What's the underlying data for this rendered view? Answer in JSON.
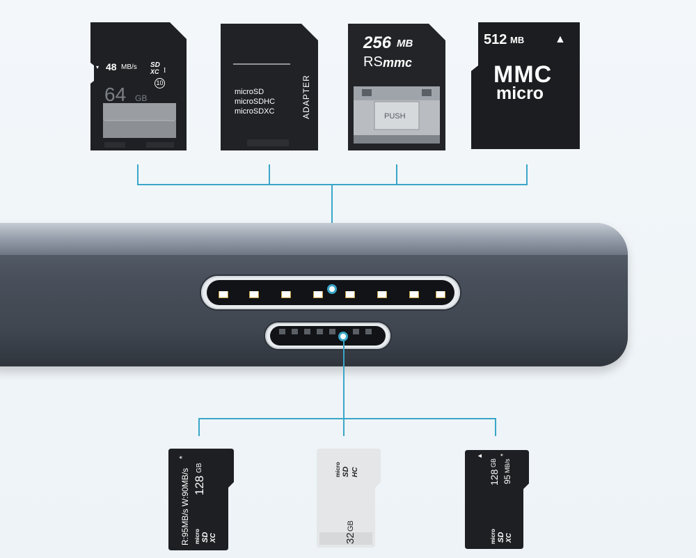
{
  "sd_card": {
    "speed": "48",
    "speed_unit": "MB/s",
    "logo": "SD",
    "logo_sub": "XC",
    "bus_class": "I",
    "class_rating": "10",
    "capacity": "64",
    "capacity_unit": "GB"
  },
  "adapter_card": {
    "line1": "microSD",
    "line2": "microSDHC",
    "line3": "microSDXC",
    "side_text": "ADAPTER"
  },
  "rsmmc_card": {
    "capacity": "256",
    "capacity_unit": "MB",
    "brand_prefix": "RS",
    "brand": "mmc",
    "push_label": "PUSH"
  },
  "mmc_micro_card": {
    "capacity": "512",
    "capacity_unit": "MB",
    "arrow": "▲",
    "line1": "MMC",
    "line2": "micro"
  },
  "microsd_1": {
    "speed_line": "R:95MB/s W:90MB/s",
    "asterisk": "*",
    "capacity": "128",
    "capacity_unit": "GB",
    "logo_micro": "micro",
    "logo": "SD",
    "logo_sub": "XC"
  },
  "microsd_2": {
    "logo_micro": "micro",
    "logo": "SD",
    "logo_sub": "HC",
    "capacity": "32",
    "capacity_unit": "GB"
  },
  "microsd_3": {
    "arrow": "▲",
    "capacity": "128",
    "capacity_unit": "GB",
    "speed": "95",
    "speed_unit": "MB/s",
    "asterisk": "*",
    "logo_micro": "micro",
    "logo": "SD",
    "logo_sub": "XC"
  },
  "colors": {
    "connector_line": "#3aa6c8",
    "hub_body": "#484f5a",
    "card_dark": "#1d1f22",
    "card_light": "#e4e6e8"
  }
}
